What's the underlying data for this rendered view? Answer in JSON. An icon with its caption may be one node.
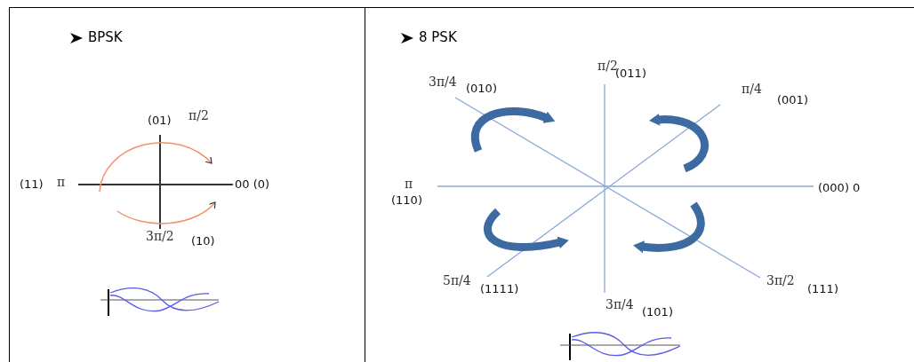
{
  "diagram": {
    "nodes": [
      {
        "text": [
          "BPSK"
        ]
      },
      {
        "text": [
          "8 PSK"
        ]
      }
    ],
    "labels": [
      "(01)",
      "π/2",
      "(11)",
      "π",
      "00 (0)",
      "3π/2",
      "(10)",
      "π/2",
      "(011)",
      "3π/4",
      "(010)",
      "π/4",
      "(001)",
      "π",
      "(110)",
      "(000) 0",
      "5π/4",
      "(1111)",
      "3π/2",
      "(111)",
      "3π/4",
      "(101)"
    ]
  }
}
